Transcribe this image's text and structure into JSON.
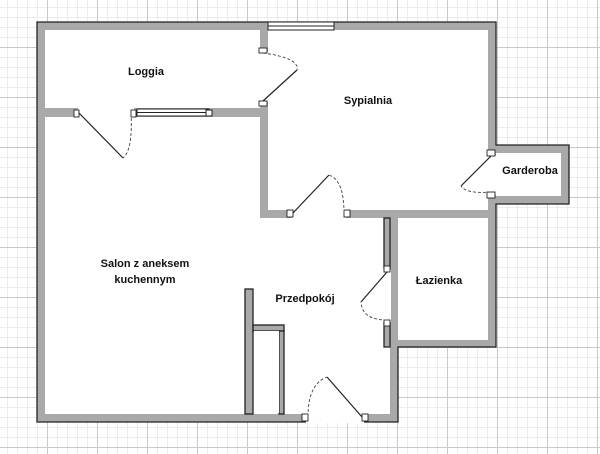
{
  "rooms": {
    "loggia": "Loggia",
    "sypialnia": "Sypialnia",
    "garderoba": "Garderoba",
    "salon_line1": "Salon z aneksem",
    "salon_line2": "kuchennym",
    "lazienka": "Łazienka",
    "przedpokoj": "Przedpokój"
  },
  "colors": {
    "wall_fill": "#a9a9a9",
    "wall_stroke": "#222222",
    "floor": "#ffffff",
    "grid": "#c9c9c9"
  }
}
